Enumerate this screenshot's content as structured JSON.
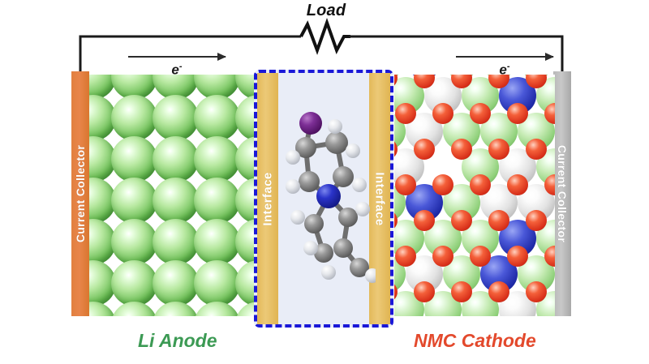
{
  "diagram": {
    "title": "Lithium battery cell schematic",
    "circuit": {
      "load_label": "Load",
      "resistor_icon": "zigzag-resistor-icon",
      "wire_color": "#1a1a1a"
    },
    "electron_flow": {
      "left": {
        "label": "e",
        "charge": "-",
        "direction": "right",
        "icon": "arrow-right-icon"
      },
      "right": {
        "label": "e",
        "charge": "-",
        "direction": "right",
        "icon": "arrow-right-icon"
      }
    },
    "collectors": {
      "left": {
        "label": "Current Collector",
        "color": "#e2803f"
      },
      "right": {
        "label": "Current Collector",
        "color": "#b9b9b9"
      }
    },
    "interfaces": {
      "left": {
        "label": "Interface",
        "color": "#e3b95a"
      },
      "right": {
        "label": "Interface",
        "color": "#e3b95a"
      }
    },
    "electrolyte": {
      "border_color": "#1a18d8",
      "fill_color": "#e9edf7",
      "molecule_icon": "ionic-liquid-molecule-icon"
    },
    "anode": {
      "caption": "Li Anode",
      "caption_color": "#3c9a54",
      "atom_color": "#6cbe55"
    },
    "cathode": {
      "caption": "NMC Cathode",
      "caption_color": "#e3492c",
      "atom_colors": {
        "nickel": "#8fd07a",
        "manganese": "#bdbdbd",
        "cobalt": "#1f2aa8",
        "lithium": "#cf46c6",
        "oxygen": "#d8301a"
      }
    }
  }
}
